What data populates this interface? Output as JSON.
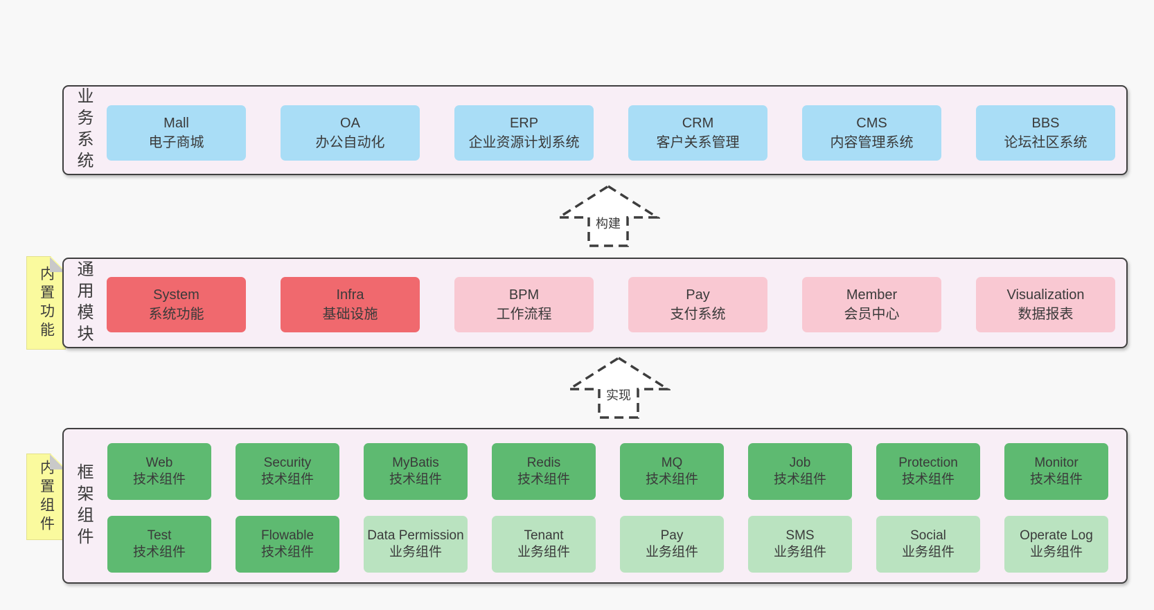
{
  "palette": {
    "background": "#f8f8f8",
    "band_fill": "#f8eef6",
    "band_border": "#3f3f3f",
    "blue": "#a9ddf6",
    "red": "#f0696e",
    "pink": "#f9c8d2",
    "green": "#5eba71",
    "light_green": "#bae3c0",
    "note_yellow": "#fafa9e",
    "note_fold_gray": "#c9c9c9",
    "text": "#3a3a3a"
  },
  "notes": [
    {
      "label": "内置功能"
    },
    {
      "label": "内置组件"
    }
  ],
  "arrows": [
    {
      "label": "构建"
    },
    {
      "label": "实现"
    }
  ],
  "bands": [
    {
      "label": "业务系统",
      "boxes": [
        {
          "title": "Mall",
          "subtitle": "电子商城",
          "variant": "blue"
        },
        {
          "title": "OA",
          "subtitle": "办公自动化",
          "variant": "blue"
        },
        {
          "title": "ERP",
          "subtitle": "企业资源计划系统",
          "variant": "blue"
        },
        {
          "title": "CRM",
          "subtitle": "客户关系管理",
          "variant": "blue"
        },
        {
          "title": "CMS",
          "subtitle": "内容管理系统",
          "variant": "blue"
        },
        {
          "title": "BBS",
          "subtitle": "论坛社区系统",
          "variant": "blue"
        }
      ]
    },
    {
      "label": "通用模块",
      "boxes": [
        {
          "title": "System",
          "subtitle": "系统功能",
          "variant": "red"
        },
        {
          "title": "Infra",
          "subtitle": "基础设施",
          "variant": "red"
        },
        {
          "title": "BPM",
          "subtitle": "工作流程",
          "variant": "pink"
        },
        {
          "title": "Pay",
          "subtitle": "支付系统",
          "variant": "pink"
        },
        {
          "title": "Member",
          "subtitle": "会员中心",
          "variant": "pink"
        },
        {
          "title": "Visualization",
          "subtitle": "数据报表",
          "variant": "pink"
        }
      ]
    },
    {
      "label": "框架组件",
      "rows": [
        [
          {
            "title": "Web",
            "subtitle": "技术组件",
            "variant": "green"
          },
          {
            "title": "Security",
            "subtitle": "技术组件",
            "variant": "green"
          },
          {
            "title": "MyBatis",
            "subtitle": "技术组件",
            "variant": "green"
          },
          {
            "title": "Redis",
            "subtitle": "技术组件",
            "variant": "green"
          },
          {
            "title": "MQ",
            "subtitle": "技术组件",
            "variant": "green"
          },
          {
            "title": "Job",
            "subtitle": "技术组件",
            "variant": "green"
          },
          {
            "title": "Protection",
            "subtitle": "技术组件",
            "variant": "green"
          },
          {
            "title": "Monitor",
            "subtitle": "技术组件",
            "variant": "green"
          }
        ],
        [
          {
            "title": "Test",
            "subtitle": "技术组件",
            "variant": "green"
          },
          {
            "title": "Flowable",
            "subtitle": "技术组件",
            "variant": "green"
          },
          {
            "title": "Data Permission",
            "subtitle": "业务组件",
            "variant": "lightgreen"
          },
          {
            "title": "Tenant",
            "subtitle": "业务组件",
            "variant": "lightgreen"
          },
          {
            "title": "Pay",
            "subtitle": "业务组件",
            "variant": "lightgreen"
          },
          {
            "title": "SMS",
            "subtitle": "业务组件",
            "variant": "lightgreen"
          },
          {
            "title": "Social",
            "subtitle": "业务组件",
            "variant": "lightgreen"
          },
          {
            "title": "Operate Log",
            "subtitle": "业务组件",
            "variant": "lightgreen"
          }
        ]
      ]
    }
  ]
}
